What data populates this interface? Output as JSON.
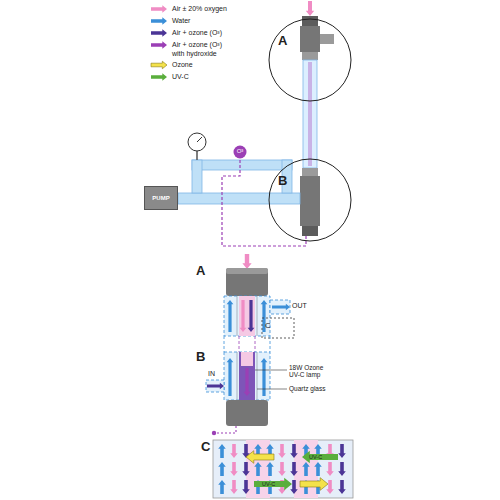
{
  "diagram": {
    "nodes": [
      {
        "text": [
          "A"
        ]
      },
      {
        "text": [
          "B"
        ]
      },
      {
        "text": [
          "PUMP"
        ]
      }
    ],
    "labels": [
      "O³",
      "A",
      "OUT",
      "C",
      "B",
      "IN",
      "18W Ozone UV-C lamp",
      "Quartz glass",
      "C",
      "UV-C",
      "UV-C"
    ],
    "legend": [
      {
        "text": "Air ± 20% oxygen"
      },
      {
        "text": "Water"
      },
      {
        "text": "Air + ozone (O³)"
      },
      {
        "text": "Air + ozone (O³) with hydroxide"
      },
      {
        "text": "Ozone"
      },
      {
        "text": "UV-C"
      }
    ]
  }
}
